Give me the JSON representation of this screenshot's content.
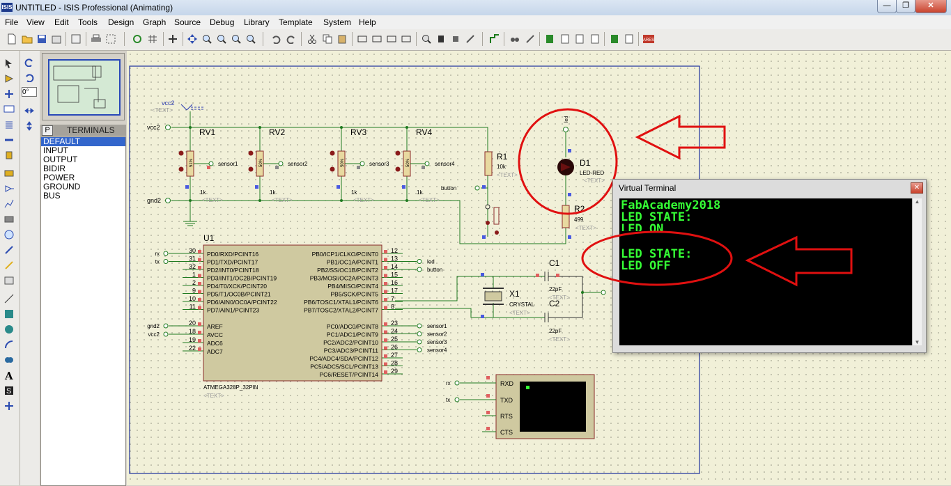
{
  "window": {
    "title": "UNTITLED - ISIS Professional (Animating)",
    "app_icon": "ISIS"
  },
  "menu": [
    "File",
    "View",
    "Edit",
    "Tools",
    "Design",
    "Graph",
    "Source",
    "Debug",
    "Library",
    "Template",
    "System",
    "Help"
  ],
  "left_panel": {
    "rotation_value": "0°",
    "list_header_p": "P",
    "list_header": "TERMINALS",
    "items": [
      "DEFAULT",
      "INPUT",
      "OUTPUT",
      "BIDIR",
      "POWER",
      "GROUND",
      "BUS"
    ],
    "selected": "DEFAULT"
  },
  "schematic": {
    "text_placeholder": "<TEXT>",
    "power_label": "vcc2",
    "vcc": "vcc2",
    "gnd": "gnd2",
    "pots": [
      {
        "name": "RV1",
        "value": "1k",
        "pct": "51%",
        "net": "sensor1"
      },
      {
        "name": "RV2",
        "value": "1k",
        "pct": "50%",
        "net": "sensor2"
      },
      {
        "name": "RV3",
        "value": "1k",
        "pct": "50%",
        "net": "sensor3"
      },
      {
        "name": "RV4",
        "value": "1k",
        "pct": "50%",
        "net": "sensor4"
      }
    ],
    "r1": {
      "name": "R1",
      "value": "10k"
    },
    "r2": {
      "name": "R2",
      "value": "499"
    },
    "d1": {
      "name": "D1",
      "value": "LED-RED",
      "net": "led"
    },
    "button_net": "button",
    "mcu": {
      "ref": "U1",
      "part": "ATMEGA328P_32PIN",
      "left_pins": [
        {
          "num": "30",
          "name": "PD0/RXD/PCINT16",
          "net": "rx"
        },
        {
          "num": "31",
          "name": "PD1/TXD/PCINT17",
          "net": "tx"
        },
        {
          "num": "32",
          "name": "PD2/INT0/PCINT18",
          "net": ""
        },
        {
          "num": "1",
          "name": "PD3/INT1/OC2B/PCINT19",
          "net": ""
        },
        {
          "num": "2",
          "name": "PD4/T0/XCK/PCINT20",
          "net": ""
        },
        {
          "num": "9",
          "name": "PD5/T1/OC0B/PCINT21",
          "net": ""
        },
        {
          "num": "10",
          "name": "PD6/AIN0/OC0A/PCINT22",
          "net": ""
        },
        {
          "num": "11",
          "name": "PD7/AIN1/PCINT23",
          "net": ""
        }
      ],
      "power_pins": [
        {
          "num": "20",
          "name": "AREF",
          "net": "gnd2"
        },
        {
          "num": "18",
          "name": "AVCC",
          "net": "vcc2"
        },
        {
          "num": "19",
          "name": "ADC6",
          "net": ""
        },
        {
          "num": "22",
          "name": "ADC7",
          "net": ""
        }
      ],
      "right_pins_b": [
        {
          "num": "12",
          "name": "PB0/ICP1/CLKO/PCINT0",
          "net": ""
        },
        {
          "num": "13",
          "name": "PB1/OC1A/PCINT1",
          "net": "led"
        },
        {
          "num": "14",
          "name": "PB2/SS/OC1B/PCINT2",
          "net": "button"
        },
        {
          "num": "15",
          "name": "PB3/MOSI/OC2A/PCINT3",
          "net": ""
        },
        {
          "num": "16",
          "name": "PB4/MISO/PCINT4",
          "net": ""
        },
        {
          "num": "17",
          "name": "PB5/SCK/PCINT5",
          "net": ""
        },
        {
          "num": "7",
          "name": "PB6/TOSC1/XTAL1/PCINT6",
          "net": ""
        },
        {
          "num": "8",
          "name": "PB7/TOSC2/XTAL2/PCINT7",
          "net": ""
        }
      ],
      "right_pins_c": [
        {
          "num": "23",
          "name": "PC0/ADC0/PCINT8",
          "net": "sensor1"
        },
        {
          "num": "24",
          "name": "PC1/ADC1/PCINT9",
          "net": "sensor2"
        },
        {
          "num": "25",
          "name": "PC2/ADC2/PCINT10",
          "net": "sensor3"
        },
        {
          "num": "26",
          "name": "PC3/ADC3/PCINT11",
          "net": "sensor4"
        },
        {
          "num": "27",
          "name": "PC4/ADC4/SDA/PCINT12",
          "net": ""
        },
        {
          "num": "28",
          "name": "PC5/ADC5/SCL/PCINT13",
          "net": ""
        },
        {
          "num": "29",
          "name": "PC6/RESET/PCINT14",
          "net": ""
        }
      ]
    },
    "crystal": {
      "name": "X1",
      "value": "CRYSTAL"
    },
    "c1": {
      "name": "C1",
      "value": "22pF"
    },
    "c2": {
      "name": "C2",
      "value": "22pF"
    },
    "terminal": {
      "pins": [
        "RXD",
        "TXD",
        "RTS",
        "CTS"
      ],
      "net_rx": "rx",
      "net_tx": "tx"
    }
  },
  "virtual_terminal": {
    "title": "Virtual Terminal",
    "lines": [
      "FabAcademy2018",
      "LED STATE:",
      "LED ON",
      "",
      "LED STATE:",
      "LED OFF"
    ],
    "text_color": "#35ff35"
  },
  "colors": {
    "sheet_bg": "#f1f0d8",
    "wire": "#1f7a1f",
    "annotation": "#e01010",
    "border": "#1c2f9c"
  }
}
